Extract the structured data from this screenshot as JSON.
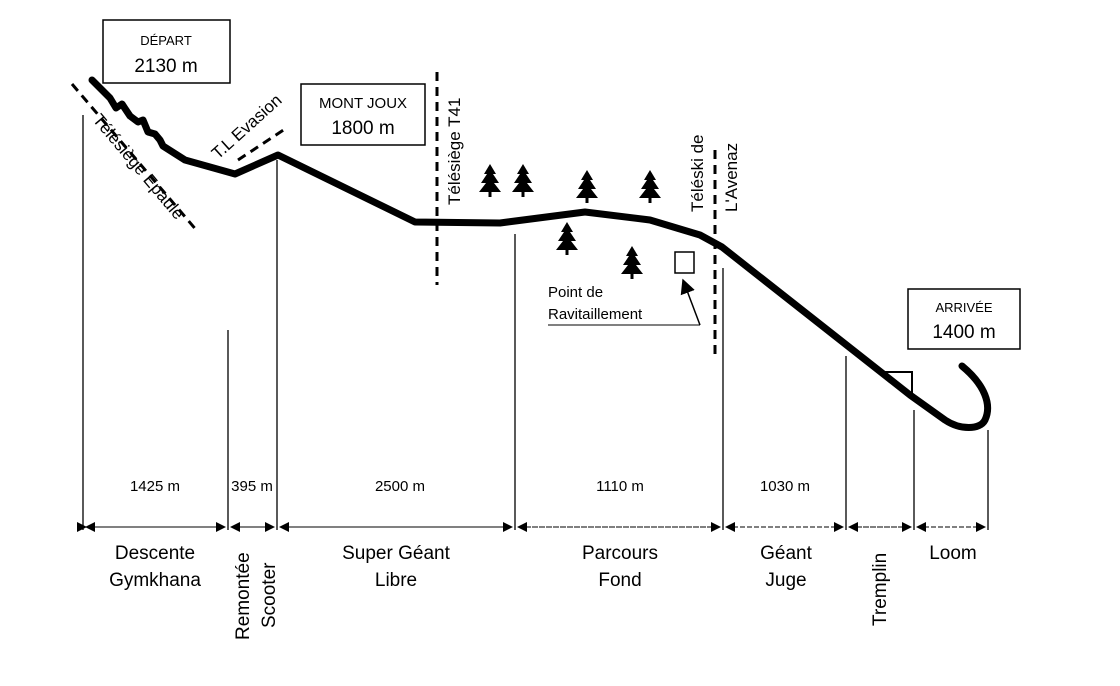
{
  "start": {
    "label": "DÉPART",
    "altitude": "2130 m"
  },
  "checkpoint": {
    "label": "MONT JOUX",
    "altitude": "1800 m"
  },
  "finish": {
    "label": "ARRIVÉE",
    "altitude": "1400 m"
  },
  "lifts": {
    "epaule": "Télésiège Epaule",
    "evasion": "T.L Evasion",
    "t41": "Télésiège T41",
    "avenaz_1": "Téléski de",
    "avenaz_2": "L'Avenaz"
  },
  "refreshment": {
    "line1": "Point de",
    "line2": "Ravitaillement"
  },
  "distances": [
    "1425 m",
    "395 m",
    "2500 m",
    "1110 m",
    "1030 m"
  ],
  "segments": {
    "descente": [
      "Descente",
      "Gymkhana"
    ],
    "remontee": [
      "Remontée",
      "Scooter"
    ],
    "super_geant": [
      "Super Géant",
      "Libre"
    ],
    "parcours": [
      "Parcours",
      "Fond"
    ],
    "geant": [
      "Géant",
      "Juge"
    ],
    "tremplin": "Tremplin",
    "loom": "Loom"
  }
}
